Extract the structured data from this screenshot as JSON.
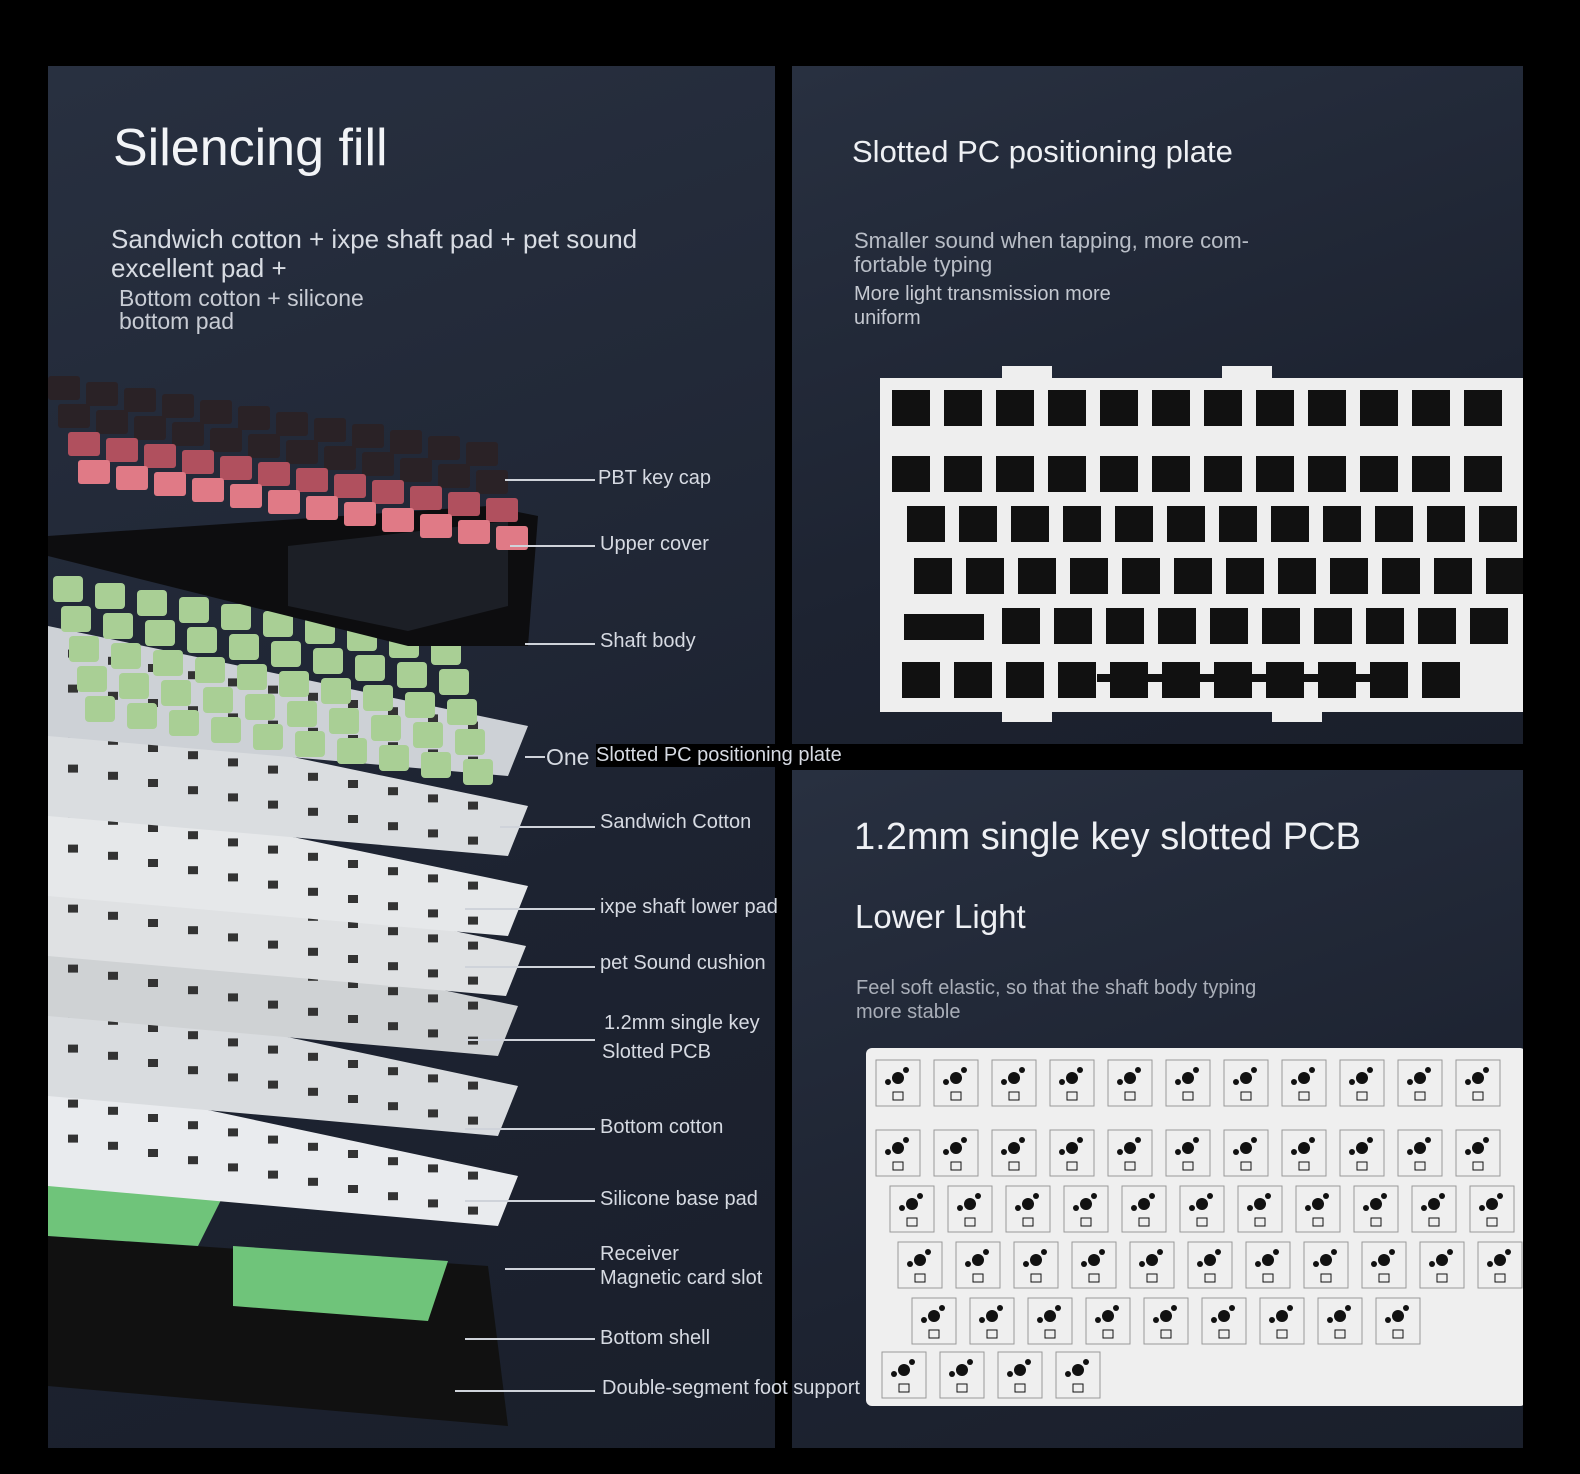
{
  "left_panel": {
    "title": "Silencing fill",
    "subtitle_line1": "Sandwich cotton + ixpe shaft pad + pet sound",
    "subtitle_line2": "excellent pad +",
    "subtitle_line3": "Bottom cotton + silicone",
    "subtitle_line4": "bottom pad",
    "layers": [
      {
        "label": "PBT key cap"
      },
      {
        "label": "Upper cover"
      },
      {
        "label": "Shaft body"
      },
      {
        "prefix": "One",
        "label": "Slotted PC positioning plate"
      },
      {
        "label": "Sandwich Cotton"
      },
      {
        "label": "ixpe shaft lower pad"
      },
      {
        "label": "pet Sound cushion"
      },
      {
        "label": "1.2mm single key",
        "label2": "Slotted PCB"
      },
      {
        "label": "Bottom cotton"
      },
      {
        "label": "Silicone base pad"
      },
      {
        "label": "Receiver",
        "label2": "Magnetic card slot"
      },
      {
        "label": "Bottom shell"
      },
      {
        "label": "Double-segment foot support"
      }
    ]
  },
  "plate_panel": {
    "title": "Slotted PC positioning plate",
    "desc1_line1": "Smaller sound when tapping, more com-",
    "desc1_line2": "fortable typing",
    "desc2_line1": "More light transmission more",
    "desc2_line2": "uniform"
  },
  "pcb_panel": {
    "title": "1.2mm single key slotted PCB",
    "subtitle": "Lower Light",
    "desc_line1": "Feel soft elastic, so that the shaft body typing",
    "desc_line2": "more stable"
  },
  "colors": {
    "keycap_pink": "#e07a86",
    "switch_green": "#a9cf95",
    "foot_green": "#6fc47a",
    "panel": "#1f2533"
  }
}
